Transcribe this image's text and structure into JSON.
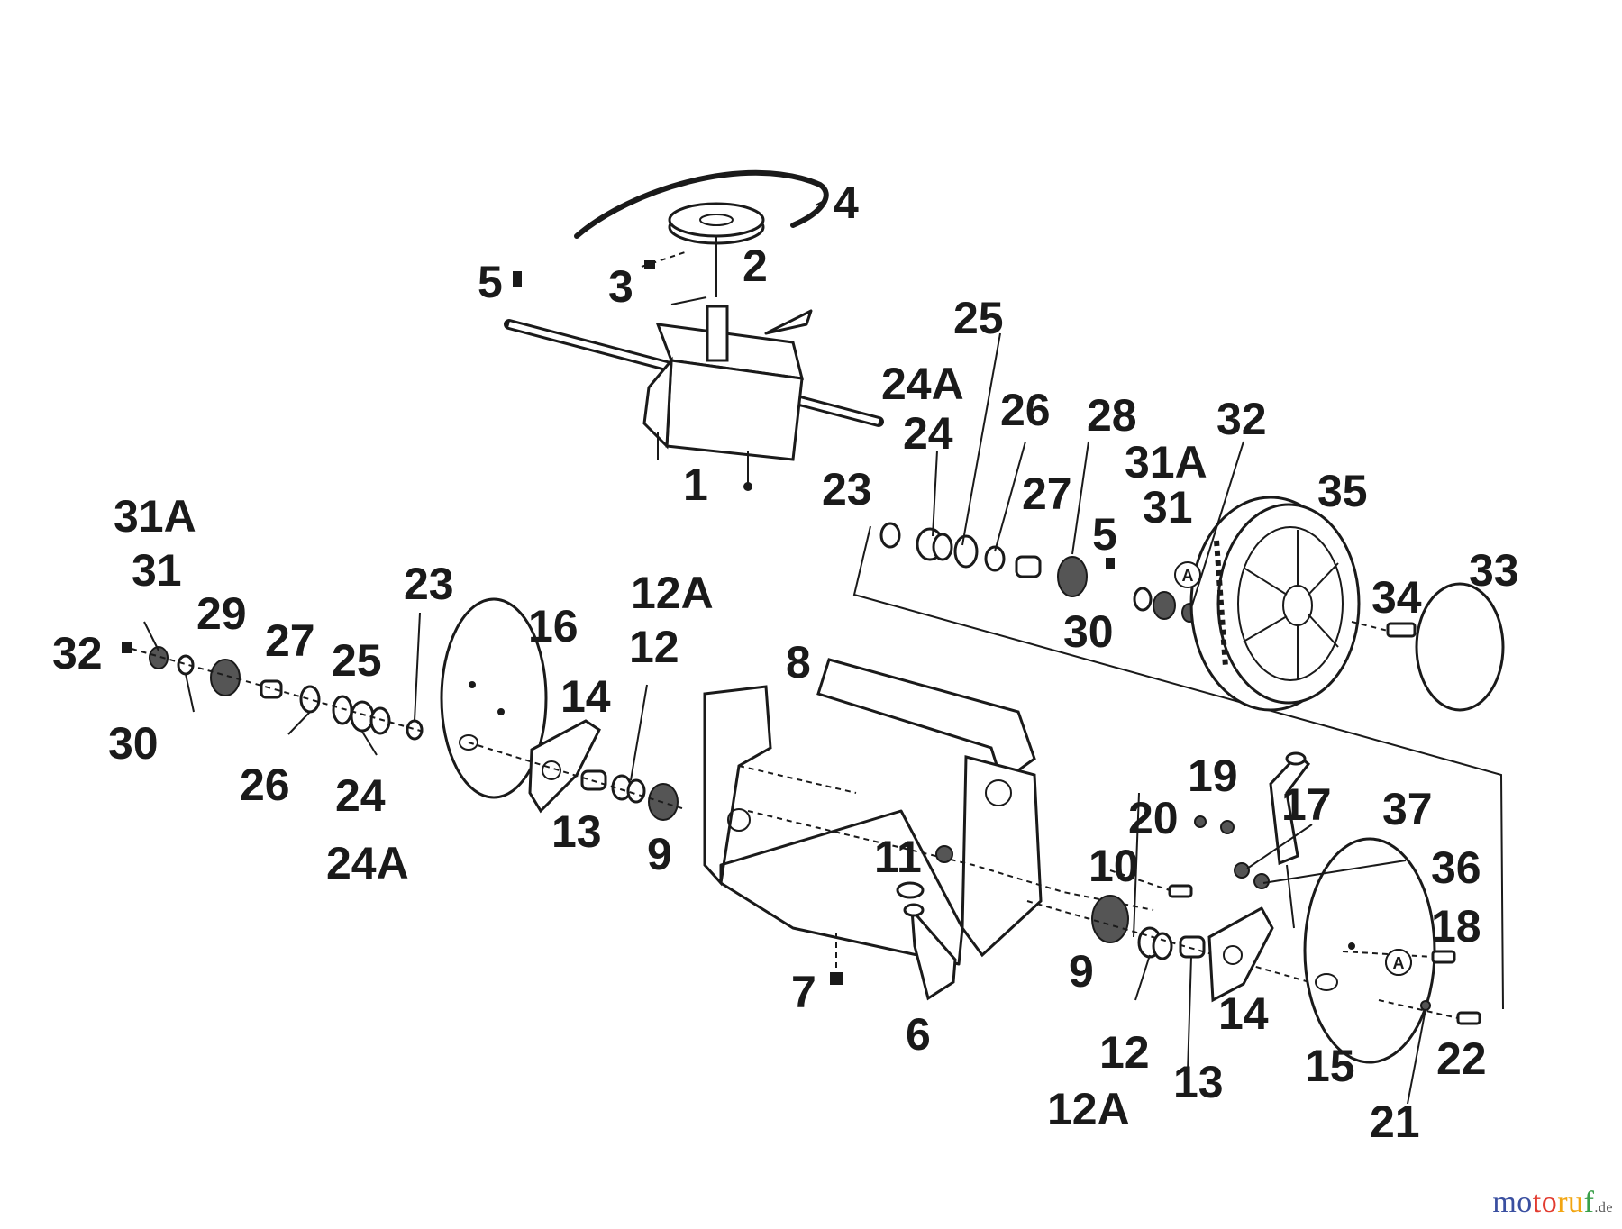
{
  "diagram": {
    "labels": {
      "p1": "1",
      "p2": "2",
      "p3": "3",
      "p4": "4",
      "p5a": "5",
      "p5b": "5",
      "p6": "6",
      "p7": "7",
      "p8": "8",
      "p9a": "9",
      "p9b": "9",
      "p10": "10",
      "p11": "11",
      "p12a": "12",
      "p12b": "12",
      "p12Aa": "12A",
      "p12Ab": "12A",
      "p13a": "13",
      "p13b": "13",
      "p14a": "14",
      "p14b": "14",
      "p15": "15",
      "p16": "16",
      "p17": "17",
      "p18": "18",
      "p19": "19",
      "p20": "20",
      "p21": "21",
      "p22": "22",
      "p23a": "23",
      "p23b": "23",
      "p24a": "24",
      "p24b": "24",
      "p24Aa": "24A",
      "p24Ab": "24A",
      "p25a": "25",
      "p25b": "25",
      "p26a": "26",
      "p26b": "26",
      "p27a": "27",
      "p27b": "27",
      "p28": "28",
      "p29": "29",
      "p30a": "30",
      "p30b": "30",
      "p31a": "31",
      "p31b": "31",
      "p31Aa": "31A",
      "p31Ab": "31A",
      "p32a": "32",
      "p32b": "32",
      "p33": "33",
      "p34": "34",
      "p35": "35",
      "p36": "36",
      "p37": "37",
      "markerA1": "A",
      "markerA2": "A"
    }
  },
  "watermark": {
    "part1": "mo",
    "part2": "to",
    "part3": "ru",
    "part4": "f",
    "tld": ".de"
  }
}
